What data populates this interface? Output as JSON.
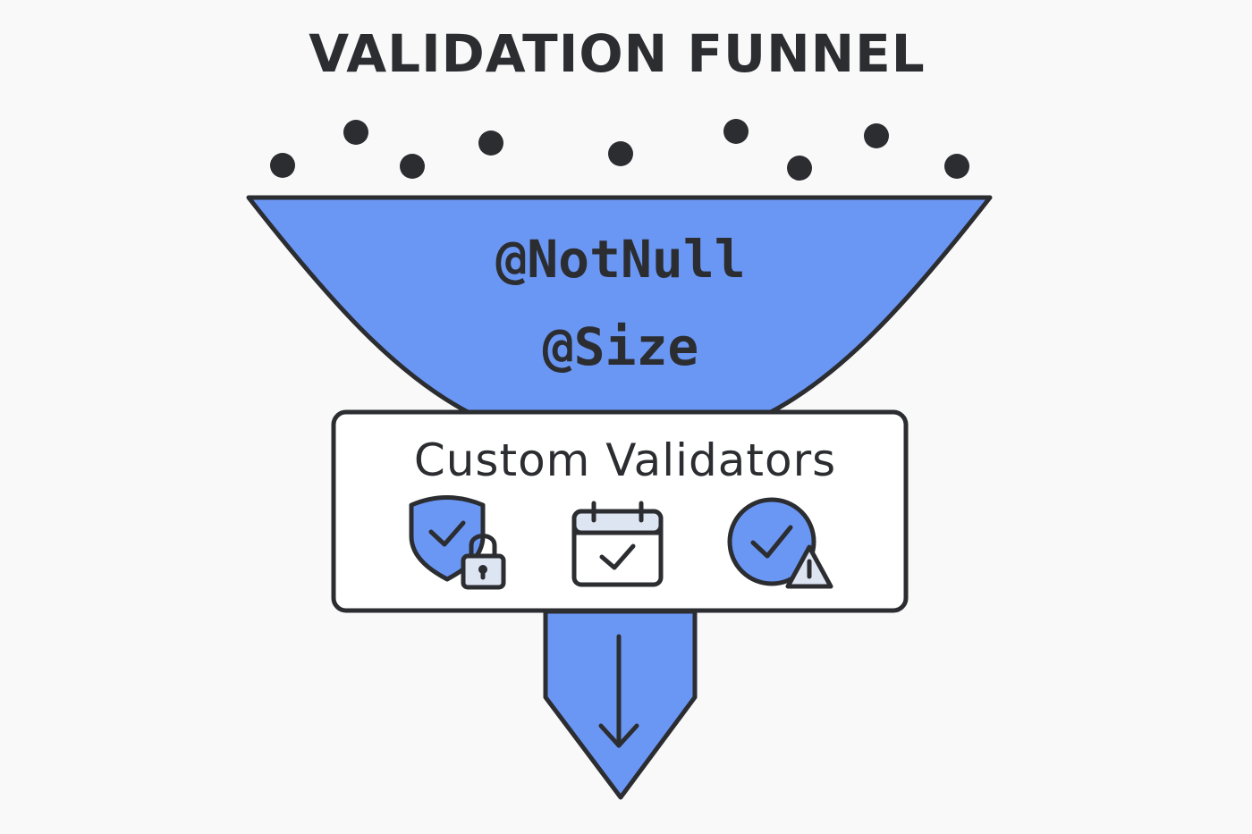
{
  "diagram": {
    "title": "VALIDATION FUNNEL",
    "funnel_labels": [
      "@NotNull",
      "@Size"
    ],
    "box_label": "Custom Validators",
    "icons": [
      "shield-lock-icon",
      "calendar-check-icon",
      "check-circle-warning-icon"
    ],
    "colors": {
      "funnel_fill": "#6b97f4",
      "stroke": "#2b2d31",
      "background": "#f9f9f9",
      "box_fill": "#ffffff",
      "icon_light_fill": "#dde4f2"
    }
  }
}
